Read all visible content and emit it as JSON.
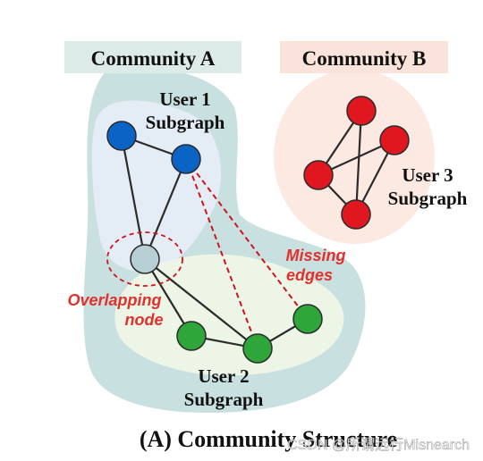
{
  "labels": {
    "community_a": "Community A",
    "community_b": "Community B",
    "user1_line1": "User 1",
    "user1_line2": "Subgraph",
    "user2_line1": "User 2",
    "user2_line2": "Subgraph",
    "user3_line1": "User 3",
    "user3_line2": "Subgraph",
    "missing_line1": "Missing",
    "missing_line2": "edges",
    "overlap_line1": "Overlapping",
    "overlap_line2": "node",
    "caption": "(A) Community Structure",
    "watermark": "CSDN @所谓远行Misnearch"
  },
  "colors": {
    "community_a_box": "#dcebe8",
    "community_b_box": "#f9e3da",
    "community_a_region": "#c8e0df",
    "community_b_region": "#fbe9e2",
    "user1_region": "#e6ecf5",
    "user2_region": "#eef5e6",
    "blue_node": "#0b63c5",
    "green_node": "#2ea639",
    "overlap_node": "#b6cfd4",
    "red_node": "#e0171f",
    "edge": "#2b2b2b",
    "missing_edge": "#d0141c",
    "missing_text": "#e0312d"
  }
}
